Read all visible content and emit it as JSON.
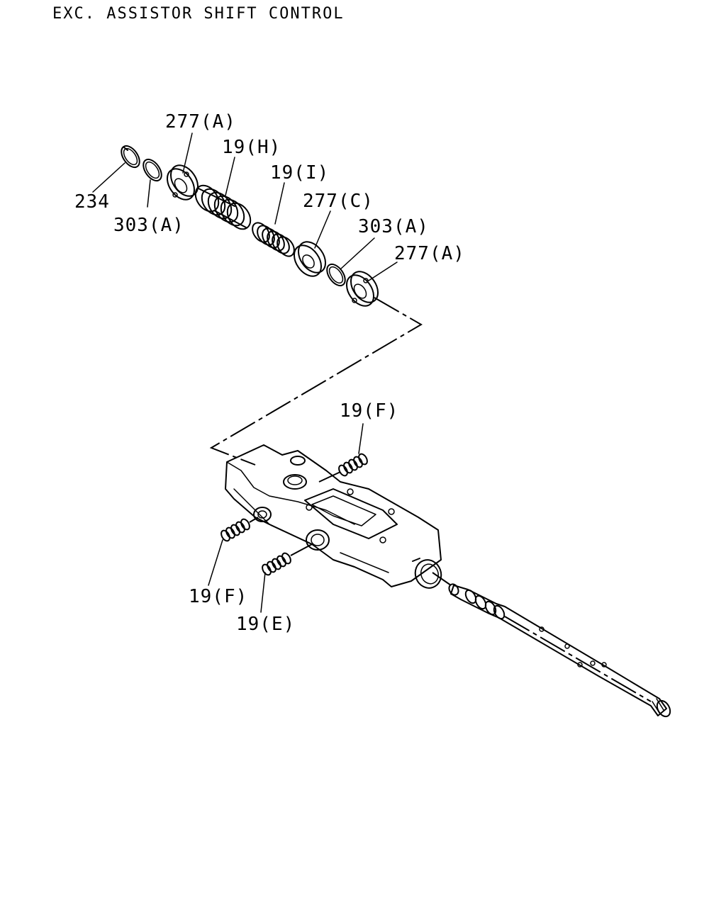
{
  "title": "EXC. ASSISTOR SHIFT CONTROL",
  "callouts": {
    "c277a_top": "277(A)",
    "c19h": "19(H)",
    "c19i": "19(I)",
    "c234": "234",
    "c303a_left": "303(A)",
    "c277c": "277(C)",
    "c303a_right": "303(A)",
    "c277a_right": "277(A)",
    "c19f_top": "19(F)",
    "c19f_left": "19(F)",
    "c19e": "19(E)"
  }
}
